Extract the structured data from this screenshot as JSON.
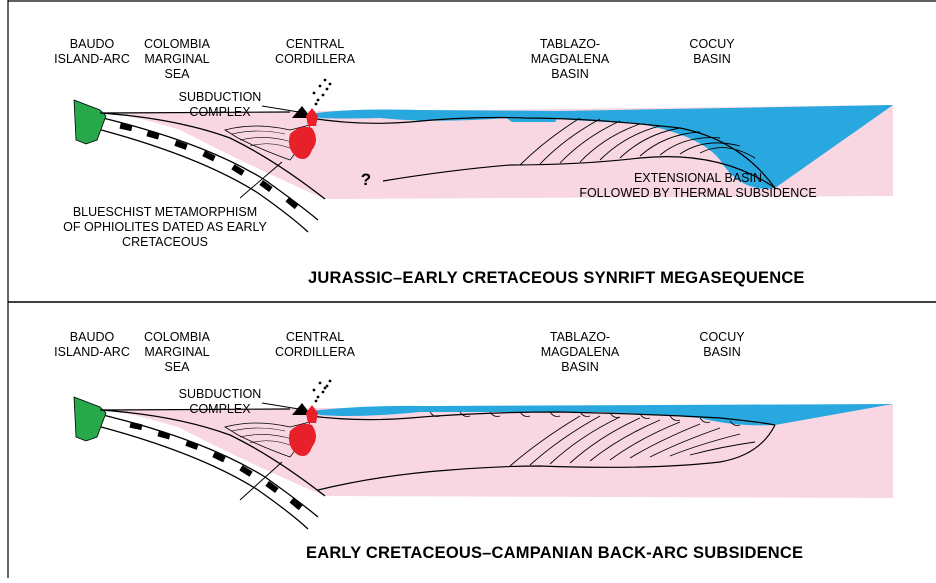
{
  "colors": {
    "crust": "#f8d7e3",
    "sea": "#29a8e0",
    "arc": "#27a84a",
    "intrusion": "#e8202a",
    "frame": "#000000"
  },
  "panels": [
    {
      "labels": {
        "baudo": "BAUDO\nISLAND-ARC",
        "colombia": "COLOMBIA\nMARGINAL\nSEA",
        "central": "CENTRAL\nCORDILLERA",
        "tablazo": "TABLAZO-\nMAGDALENA\nBASIN",
        "cocuy": "COCUY\nBASIN",
        "subduction": "SUBDUCTION\nCOMPLEX",
        "extensional": "EXTENSIONAL BASIN\nFOLLOWED BY THERMAL SUBSIDENCE",
        "blueschist": "BLUESCHIST METAMORPHISM\nOF OPHIOLITES DATED AS EARLY\nCRETACEOUS",
        "question": "?"
      },
      "title": "JURASSIC–EARLY CRETACEOUS SYNRIFT MEGASEQUENCE"
    },
    {
      "labels": {
        "baudo": "BAUDO\nISLAND-ARC",
        "colombia": "COLOMBIA\nMARGINAL\nSEA",
        "central": "CENTRAL\nCORDILLERA",
        "tablazo": "TABLAZO-\nMAGDALENA\nBASIN",
        "cocuy": "COCUY\nBASIN",
        "subduction": "SUBDUCTION\nCOMPLEX"
      },
      "title": "EARLY CRETACEOUS–CAMPANIAN BACK-ARC SUBSIDENCE"
    }
  ]
}
